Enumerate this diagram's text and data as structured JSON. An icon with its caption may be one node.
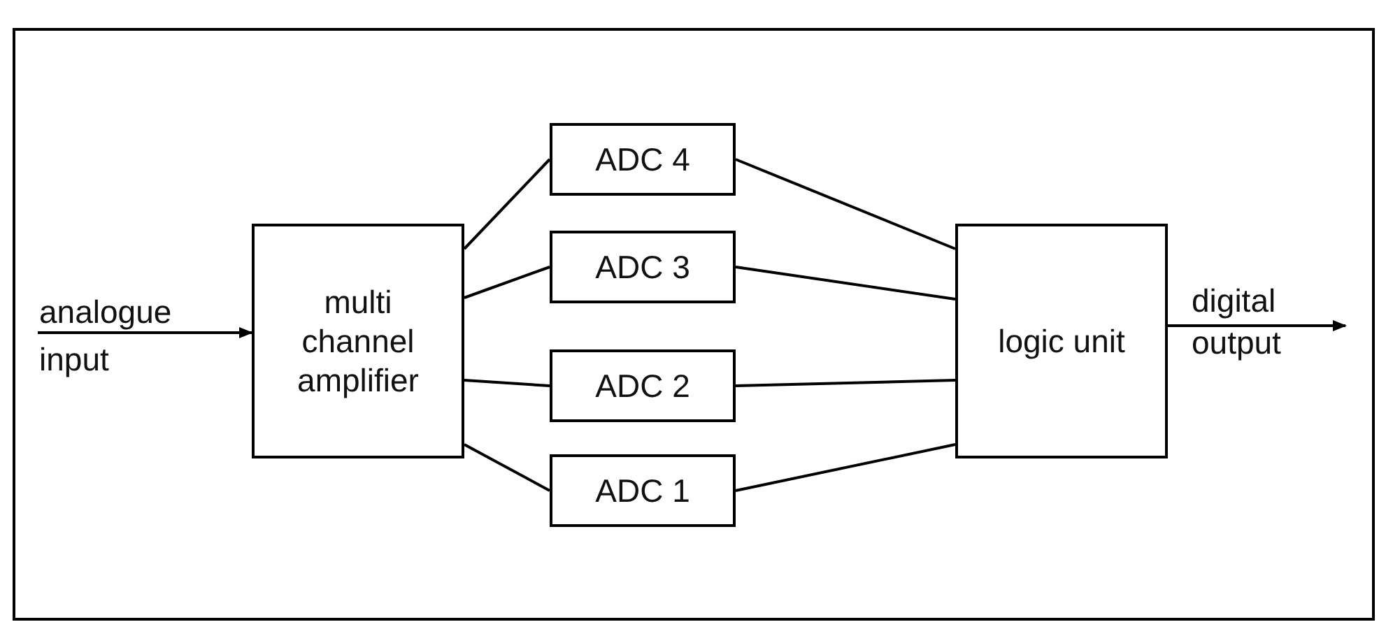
{
  "diagram": {
    "nodes": [
      {
        "text": [
          "multi channel amplifier"
        ]
      },
      {
        "text": [
          "ADC 4"
        ]
      },
      {
        "text": [
          "ADC 3"
        ]
      },
      {
        "text": [
          "ADC 2"
        ]
      },
      {
        "text": [
          "ADC 1"
        ]
      },
      {
        "text": [
          "logic unit"
        ]
      }
    ],
    "edges": [
      {
        "from": null,
        "to": 0,
        "arrow": "to",
        "label": "analogue input"
      },
      {
        "from": 0,
        "to": 1,
        "arrow": "none"
      },
      {
        "from": 0,
        "to": 2,
        "arrow": "none"
      },
      {
        "from": 0,
        "to": 3,
        "arrow": "none"
      },
      {
        "from": 0,
        "to": 4,
        "arrow": "none"
      },
      {
        "from": 1,
        "to": 5,
        "arrow": "none"
      },
      {
        "from": 2,
        "to": 5,
        "arrow": "none"
      },
      {
        "from": 3,
        "to": 5,
        "arrow": "none"
      },
      {
        "from": 4,
        "to": 5,
        "arrow": "none"
      },
      {
        "from": 5,
        "to": null,
        "arrow": "to",
        "label": "digital output"
      }
    ]
  }
}
